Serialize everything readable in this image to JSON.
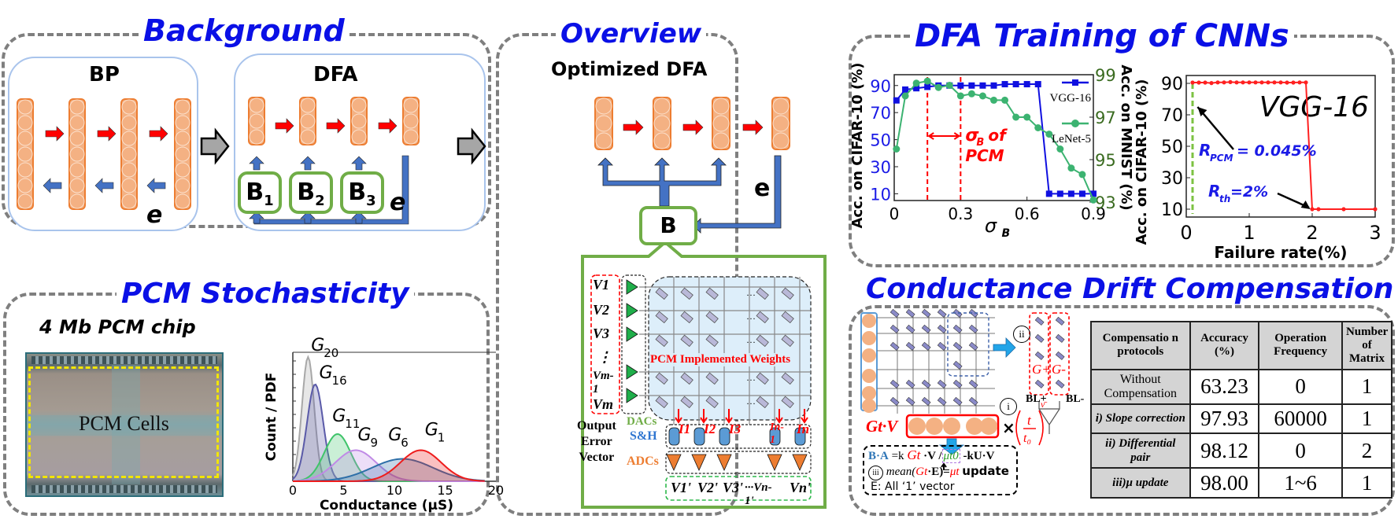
{
  "sections": {
    "background": {
      "title": "Background"
    },
    "overview": {
      "title": "Overview"
    },
    "dfa_training": {
      "title": "DFA Training of  CNNs"
    },
    "pcm_stochasticity": {
      "title": "PCM Stochasticity"
    },
    "drift": {
      "title": "Conductance Drift Compensation"
    }
  },
  "background": {
    "bp_title": "BP",
    "dfa_title": "DFA",
    "error_label": "e",
    "b_blocks": [
      {
        "base": "B",
        "sub": "1"
      },
      {
        "base": "B",
        "sub": "2"
      },
      {
        "base": "B",
        "sub": "3"
      }
    ]
  },
  "overview": {
    "title": "Optimized DFA",
    "b_label": "B",
    "error_label": "e",
    "crossbar": {
      "inputs": [
        "V1",
        "V2",
        "V3",
        "⋮",
        "Vm-1",
        "Vm"
      ],
      "dacs_label": "DACs",
      "weights_label": "PCM Implemented Weights",
      "output_error_label": [
        "Output",
        "Error",
        "Vector"
      ],
      "sh_label": "S&H",
      "adcs_label": "ADCs",
      "currents": [
        "I1",
        "I2",
        "I3",
        "In-1",
        "In"
      ],
      "outputs": [
        "V1'",
        "V2'",
        "V3'",
        "···Vn-1'",
        "Vn'"
      ],
      "ellipsis": "···"
    }
  },
  "pcm": {
    "chip_title": "4 Mb PCM chip",
    "cells_label": "PCM Cells",
    "colors": {
      "chip_frame": "#f2e600"
    }
  },
  "chart_data": [
    {
      "type": "line",
      "title": "",
      "xlabel": "σB",
      "ylabel": "Acc. on CIFAR-10 (%)",
      "ylabel_right": "Acc. on MNIST (%)",
      "xlim": [
        0,
        0.9
      ],
      "ylim": [
        5,
        98
      ],
      "ylim_right": [
        93,
        99
      ],
      "xticks": [
        "0",
        "0.3",
        "0.6",
        "0.9"
      ],
      "yticks": [
        "10",
        "30",
        "50",
        "70",
        "90"
      ],
      "yticks_right": [
        "93",
        "95",
        "97",
        "99"
      ],
      "series": [
        {
          "name": "VGG-16",
          "axis": "left",
          "color": "#1010e0",
          "x": [
            0.01,
            0.05,
            0.1,
            0.15,
            0.2,
            0.25,
            0.3,
            0.35,
            0.4,
            0.45,
            0.5,
            0.55,
            0.6,
            0.65,
            0.7,
            0.75,
            0.8,
            0.85,
            0.9
          ],
          "values": [
            79,
            87,
            88,
            89,
            90,
            90,
            90,
            90,
            90,
            90,
            91,
            91,
            91,
            91,
            10,
            10,
            10,
            10,
            10
          ]
        },
        {
          "name": "LeNet-5",
          "axis": "right",
          "color": "#3cb371",
          "x": [
            0.01,
            0.05,
            0.1,
            0.15,
            0.2,
            0.25,
            0.3,
            0.35,
            0.4,
            0.45,
            0.5,
            0.55,
            0.6,
            0.65,
            0.7,
            0.75,
            0.8,
            0.85,
            0.9
          ],
          "values": [
            95.5,
            98.0,
            98.6,
            98.7,
            98.4,
            98.5,
            98.0,
            98.1,
            98.0,
            97.8,
            97.8,
            97.0,
            97.0,
            96.5,
            96.2,
            95.5,
            94.6,
            94.3,
            93.1
          ]
        }
      ],
      "annotations": [
        {
          "text": "σB of PCM",
          "range": [
            0.15,
            0.3
          ],
          "color": "#ff0000"
        }
      ],
      "legend": "top-right"
    },
    {
      "type": "line",
      "title": "VGG-16",
      "xlabel": "Failure rate(%)",
      "ylabel": "Acc. on CIFAR-10 (%)",
      "xlim": [
        0,
        3
      ],
      "ylim": [
        5,
        95
      ],
      "xticks": [
        "0",
        "1",
        "2",
        "3"
      ],
      "yticks": [
        "10",
        "30",
        "50",
        "70",
        "90"
      ],
      "series": [
        {
          "name": "VGG-16",
          "color": "#ff2020",
          "x": [
            0.1,
            0.2,
            0.3,
            0.4,
            0.5,
            0.6,
            0.7,
            0.8,
            0.9,
            1.0,
            1.1,
            1.2,
            1.3,
            1.4,
            1.5,
            1.6,
            1.7,
            1.8,
            1.9,
            2.0,
            2.1,
            2.5,
            3.0
          ],
          "values": [
            90.5,
            90.5,
            90.5,
            90.2,
            90.6,
            90.6,
            90.8,
            90.6,
            90.6,
            90.6,
            90.6,
            90.6,
            90.6,
            90.6,
            90.6,
            90.5,
            90.5,
            90.6,
            90.6,
            10,
            10,
            10,
            10
          ]
        }
      ],
      "annotations": [
        {
          "text": "RPCM= 0.045%",
          "x": 0.045,
          "color": "#1a1ae6"
        },
        {
          "text": "Rth=2%",
          "x": 2,
          "color": "#1a1ae6"
        }
      ]
    },
    {
      "type": "area",
      "title": "",
      "xlabel": "Conductance (μS)",
      "ylabel": "Count / PDF",
      "xlim": [
        0,
        20
      ],
      "xticks": [
        "0",
        "5",
        "10",
        "15",
        "20"
      ],
      "series": [
        {
          "name": "G20",
          "mean": 1.5,
          "std": 0.6,
          "peak": 1.0,
          "color": "#a8a8a8"
        },
        {
          "name": "G16",
          "mean": 2.2,
          "std": 0.8,
          "peak": 0.78,
          "color": "#5a5aa8"
        },
        {
          "name": "G11",
          "mean": 4.4,
          "std": 1.3,
          "peak": 0.38,
          "color": "#3fc46a"
        },
        {
          "name": "G9",
          "mean": 6.2,
          "std": 2.0,
          "peak": 0.25,
          "color": "#c08ae6"
        },
        {
          "name": "G6",
          "mean": 10.8,
          "std": 3.0,
          "peak": 0.18,
          "color": "#2e6fa8"
        },
        {
          "name": "G1",
          "mean": 12.6,
          "std": 2.0,
          "peak": 0.25,
          "color": "#ee1c1c"
        }
      ]
    }
  ],
  "drift": {
    "circle_ii": "ii",
    "circle_i": "i",
    "circle_iii": "iii",
    "gplus": "G+",
    "gminus": "G-",
    "bl_plus": "BL+",
    "bl_minus": "BL-",
    "gtv": "Gt·V",
    "times": "×",
    "formula1": {
      "ba": "B·A",
      "eq": " =k ",
      "gt": "Gt",
      "v": " ·V /",
      "mu": "μt0",
      "rest": " -kU·V"
    },
    "formula2": {
      "mean": "mean(",
      "gt": "Gt",
      "e": "·E)=",
      "mu": "μt",
      "update": "update"
    },
    "formula3": "E: All ‘1’ vector"
  },
  "table": {
    "headers": [
      "Compensatio n protocols",
      "Accuracy (%)",
      "Operation Frequency",
      "Number of Matrix"
    ],
    "rows": [
      {
        "protocol": "Without Compensation",
        "accuracy": "63.23",
        "frequency": "0",
        "matrices": "1"
      },
      {
        "protocol": "i) Slope correction",
        "accuracy": "97.93",
        "frequency": "60000",
        "matrices": "1"
      },
      {
        "protocol": "ii) Differential pair",
        "accuracy": "98.12",
        "frequency": "0",
        "matrices": "2"
      },
      {
        "protocol": "iii)μ update",
        "accuracy": "98.00",
        "frequency": "1~6",
        "matrices": "1"
      }
    ]
  },
  "colors": {
    "title_blue": "#0a10e6",
    "neuron_orange": "#f4b183",
    "neuron_border": "#ed7d31",
    "forward_red": "#ff0000",
    "backward_blue": "#4472c4",
    "b_green": "#70ad47"
  }
}
